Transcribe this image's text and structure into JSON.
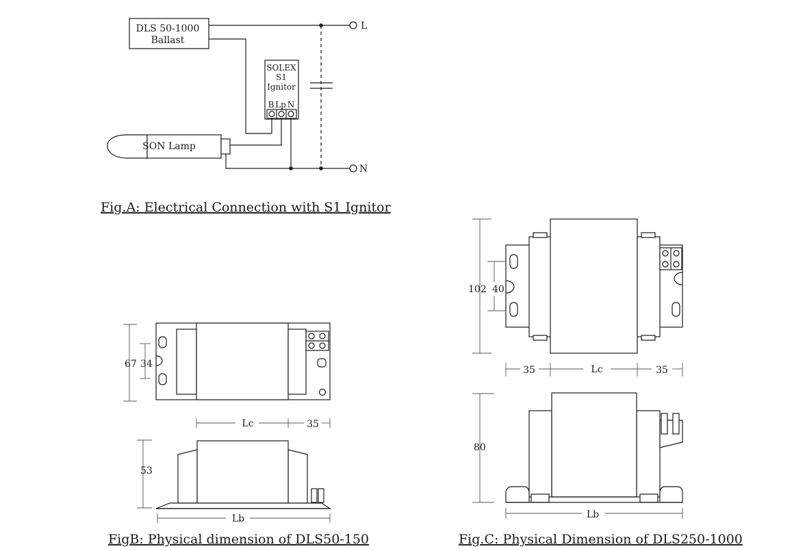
{
  "fig_a": {
    "caption": "Fig.A: Electrical Connection with S1 Ignitor",
    "ballast_line1": "DLS 50-1000",
    "ballast_line2": "Ballast",
    "ignitor_line1": "SOLEX",
    "ignitor_line2": "S1",
    "ignitor_line3": "Ignitor",
    "terminal_b": "B",
    "terminal_lp": "Lp",
    "terminal_n": "N",
    "lamp": "SON Lamp",
    "line_label": "L",
    "neutral_label": "N"
  },
  "fig_b": {
    "caption": "FigB: Physical dimension of DLS50-150",
    "dim_height": "67",
    "dim_slot": "34",
    "dim_core": "Lc",
    "dim_end": "35",
    "dim_side_height": "53",
    "dim_base": "Lb"
  },
  "fig_c": {
    "caption": "Fig.C: Physical Dimension of DLS250-1000",
    "dim_height": "102",
    "dim_slot": "40",
    "dim_end_left": "35",
    "dim_core": "Lc",
    "dim_end_right": "35",
    "dim_side_height": "80",
    "dim_base": "Lb"
  }
}
